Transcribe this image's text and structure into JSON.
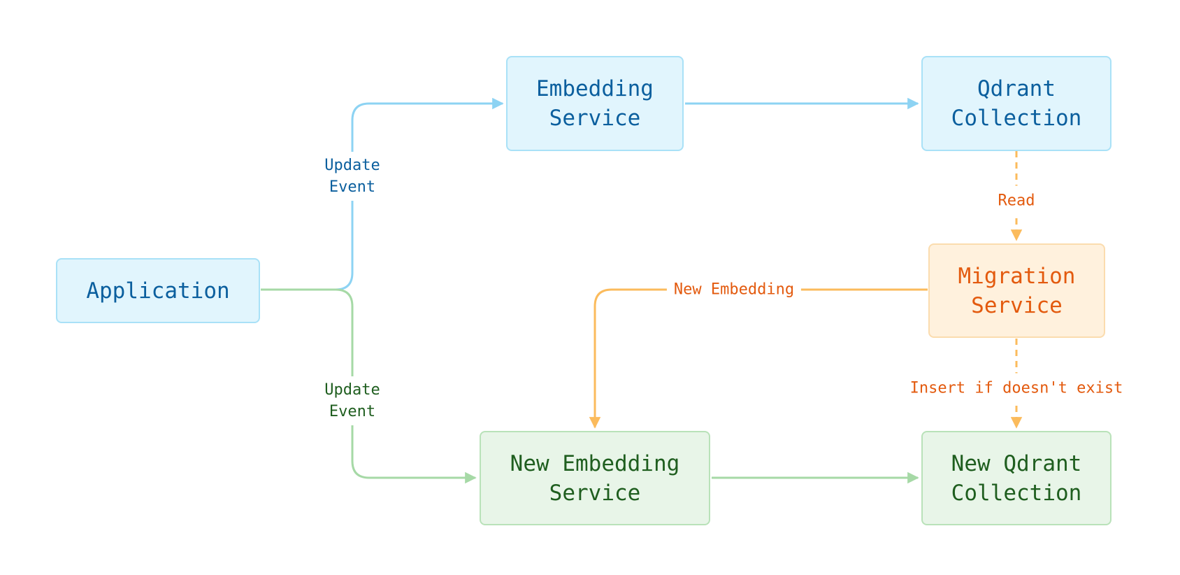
{
  "nodes": {
    "application": {
      "label": "Application"
    },
    "embedding_service": {
      "line1": "Embedding",
      "line2": "Service"
    },
    "qdrant_collection": {
      "line1": "Qdrant",
      "line2": "Collection"
    },
    "migration_service": {
      "line1": "Migration",
      "line2": "Service"
    },
    "new_embedding_service": {
      "line1": "New Embedding",
      "line2": "Service"
    },
    "new_qdrant_collection": {
      "line1": "New Qdrant",
      "line2": "Collection"
    }
  },
  "edges": {
    "update_event_top": {
      "line1": "Update",
      "line2": "Event"
    },
    "update_event_bottom": {
      "line1": "Update",
      "line2": "Event"
    },
    "read": {
      "label": "Read"
    },
    "new_embedding": {
      "label": "New Embedding"
    },
    "insert_if_not_exists": {
      "label": "Insert if doesn't exist"
    }
  },
  "colors": {
    "blue_line": "#8dd3f3",
    "green_line": "#a6d9a6",
    "orange_line": "#fbbb5c",
    "blue_text": "#0b5f9e",
    "green_text": "#1f5e1f",
    "orange_text": "#e35a0e"
  }
}
